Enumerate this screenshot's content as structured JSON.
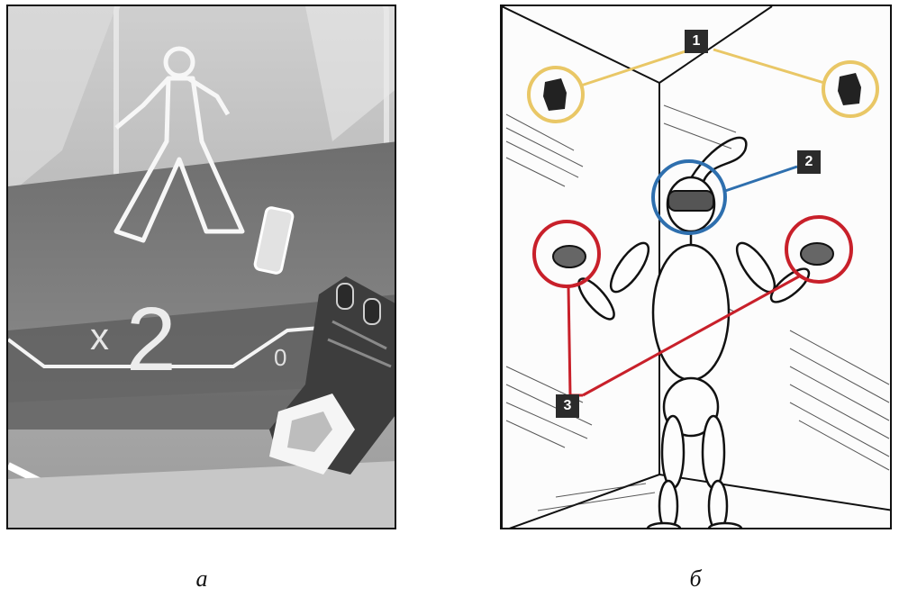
{
  "panel_a": {
    "multiplier_prefix": "x",
    "multiplier_value": "2",
    "hand_digit": "0"
  },
  "panel_b": {
    "callouts": [
      "1",
      "2",
      "3"
    ],
    "colors": {
      "callout_1": "#e9c766",
      "callout_2": "#2e6fae",
      "callout_3": "#c8202a"
    }
  },
  "captions": {
    "a": "а",
    "b": "б"
  }
}
